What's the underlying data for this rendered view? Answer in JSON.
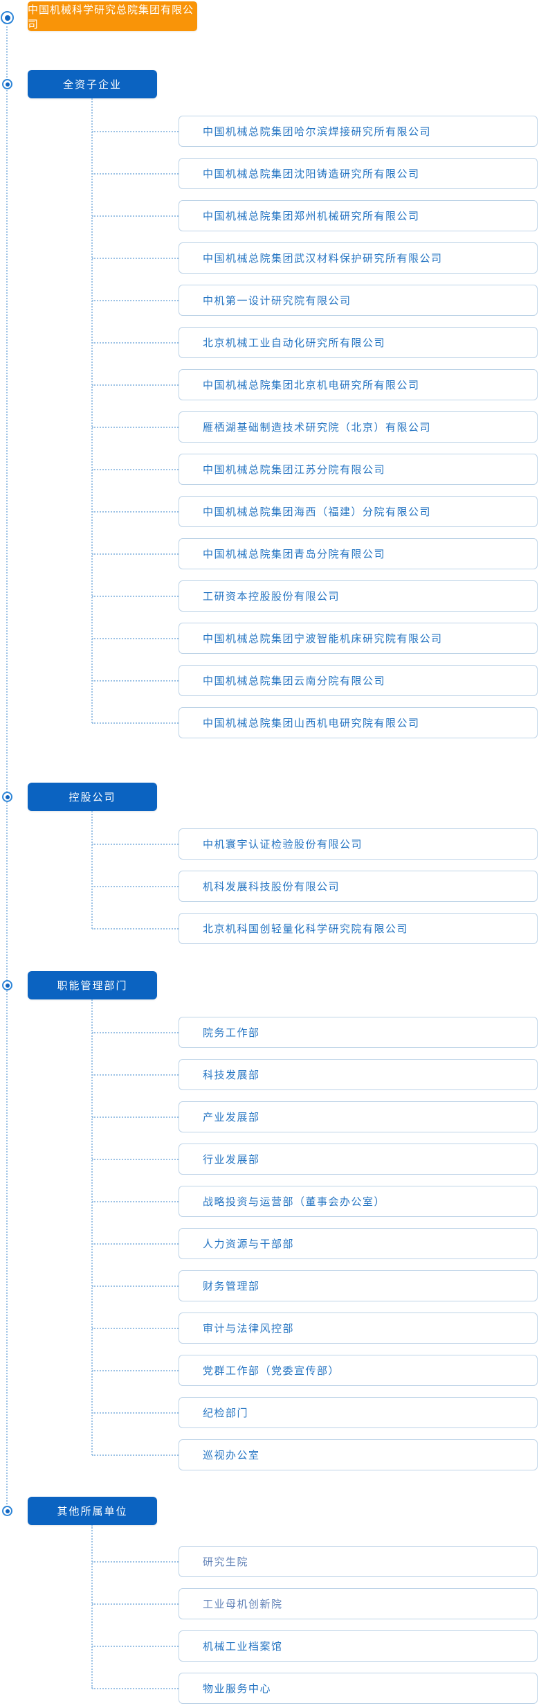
{
  "page": {
    "title": "中国机械科学研究总院集团有限公司组织架构"
  },
  "colors": {
    "root_bg": "#F99408",
    "category_bg": "#0B63C1",
    "item_text": "#2474C2",
    "item_text_muted": "#6484B8",
    "item_border": "#BDD3E7",
    "connector": "#9CC2E5"
  },
  "icons": {
    "node_bullet": "radio-dot-icon"
  },
  "root": {
    "label": "中国机械科学研究总院集团有限公司"
  },
  "groups": [
    {
      "label": "全资子企业",
      "items": [
        {
          "label": "中国机械总院集团哈尔滨焊接研究所有限公司"
        },
        {
          "label": "中国机械总院集团沈阳铸造研究所有限公司"
        },
        {
          "label": "中国机械总院集团郑州机械研究所有限公司"
        },
        {
          "label": "中国机械总院集团武汉材料保护研究所有限公司"
        },
        {
          "label": "中机第一设计研究院有限公司"
        },
        {
          "label": "北京机械工业自动化研究所有限公司"
        },
        {
          "label": "中国机械总院集团北京机电研究所有限公司"
        },
        {
          "label": "雁栖湖基础制造技术研究院（北京）有限公司"
        },
        {
          "label": "中国机械总院集团江苏分院有限公司"
        },
        {
          "label": "中国机械总院集团海西（福建）分院有限公司"
        },
        {
          "label": "中国机械总院集团青岛分院有限公司"
        },
        {
          "label": "工研资本控股股份有限公司"
        },
        {
          "label": "中国机械总院集团宁波智能机床研究院有限公司"
        },
        {
          "label": "中国机械总院集团云南分院有限公司"
        },
        {
          "label": "中国机械总院集团山西机电研究院有限公司"
        }
      ]
    },
    {
      "label": "控股公司",
      "items": [
        {
          "label": "中机寰宇认证检验股份有限公司"
        },
        {
          "label": "机科发展科技股份有限公司"
        },
        {
          "label": "北京机科国创轻量化科学研究院有限公司"
        }
      ]
    },
    {
      "label": "职能管理部门",
      "items": [
        {
          "label": "院务工作部"
        },
        {
          "label": "科技发展部"
        },
        {
          "label": "产业发展部"
        },
        {
          "label": "行业发展部"
        },
        {
          "label": "战略投资与运营部（董事会办公室）"
        },
        {
          "label": "人力资源与干部部"
        },
        {
          "label": "财务管理部"
        },
        {
          "label": "审计与法律风控部"
        },
        {
          "label": "党群工作部（党委宣传部）"
        },
        {
          "label": "纪检部门"
        },
        {
          "label": "巡视办公室"
        }
      ]
    },
    {
      "label": "其他所属单位",
      "items": [
        {
          "label": "研究生院",
          "muted": true
        },
        {
          "label": "工业母机创新院",
          "muted": true
        },
        {
          "label": "机械工业档案馆"
        },
        {
          "label": "物业服务中心"
        }
      ]
    }
  ]
}
